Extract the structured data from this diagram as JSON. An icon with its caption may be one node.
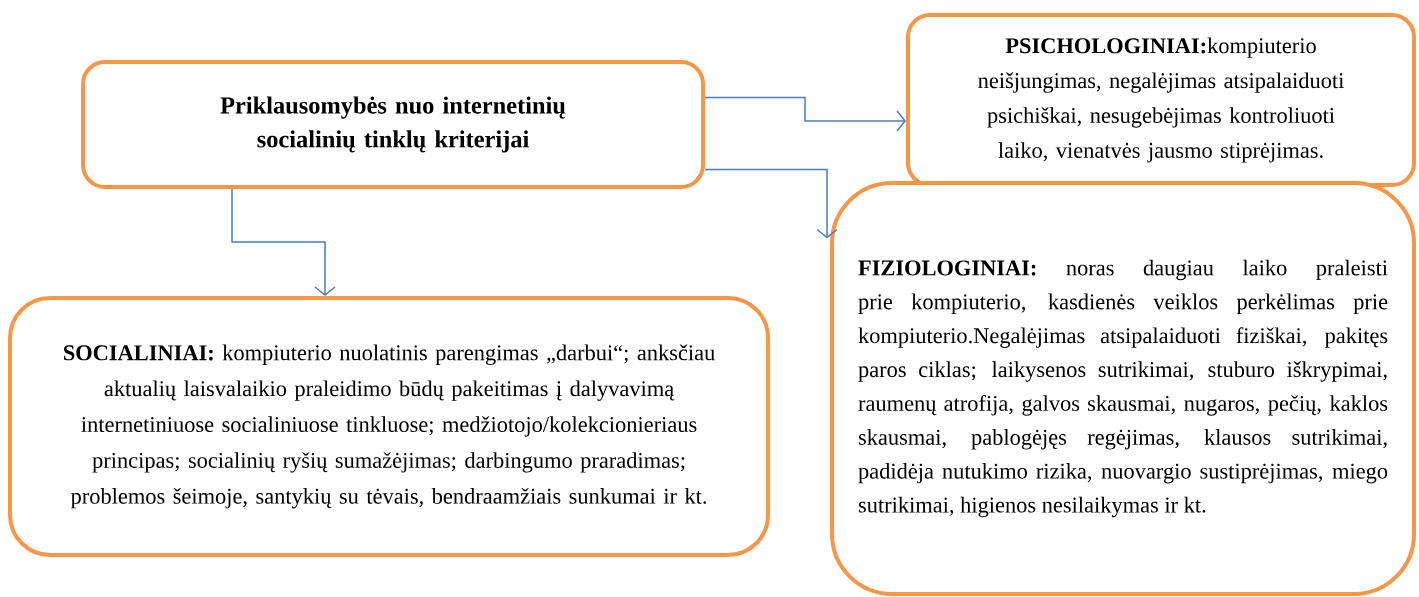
{
  "diagram": {
    "nodes": [
      {
        "text": [
          "Priklausomybės nuo internetinių socialinių tinklų kriterijai"
        ]
      },
      {
        "text": [
          "**PSICHOLOGINIAI:**kompiuterio neišjungimas, negalėjimas atsipalaiduoti psichiškai, nesugebėjimas kontroliuoti laiko, vienatvės jausmo stiprėjimas."
        ]
      },
      {
        "text": [
          "**FIZIOLOGINIAI:** noras daugiau laiko praleisti prie kompiuterio, kasdienės veiklos perkėlimas prie kompiuterio.Negalėjimas atsipalaiduoti fiziškai, pakitęs paros ciklas; laikysenos sutrikimai, stuburo iškrypimai, raumenų atrofija, galvos skausmai, nugaros, pečių, kaklos skausmai, pablogėjęs regėjimas, klausos sutrikimai, padidėja nutukimo rizika, nuovargio sustiprėjimas, miego sutrikimai, higienos nesilaikymas ir kt."
        ]
      },
      {
        "text": [
          "**SOCIALINIAI:** kompiuterio nuolatinis parengimas „darbui“; anksčiau aktualių laisvalaikio praleidimo būdų pakeitimas į dalyvavimą internetiniuose socialiniuose tinkluose; medžiotojo/kolekcionieriaus principas; socialinių ryšių sumažėjimas; darbingumo praradimas; problemos šeimoje, santykių su tėvais, bendraamžiais sunkumai ir kt."
        ]
      }
    ],
    "edges": [
      {
        "from": 0,
        "to": 1,
        "arrow": "to"
      },
      {
        "from": 0,
        "to": 2,
        "arrow": "to"
      },
      {
        "from": 0,
        "to": 3,
        "arrow": "to"
      }
    ]
  }
}
